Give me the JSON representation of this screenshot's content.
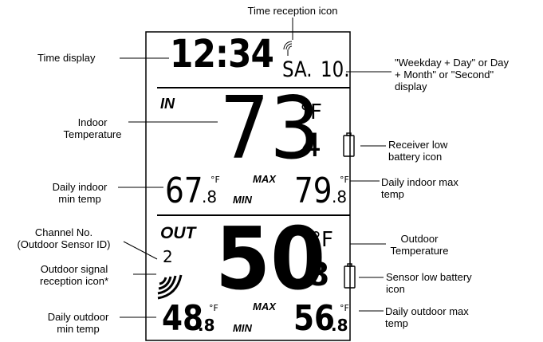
{
  "callouts": {
    "time_reception_icon": "Time reception icon",
    "time_display": "Time display",
    "weekday_day": [
      "\"Weekday + Day\" or Day",
      "+ Month\" or  \"Second\"",
      "display"
    ],
    "indoor_temperature": [
      "Indoor",
      "Temperature"
    ],
    "receiver_low_battery": [
      "Receiver low",
      "battery icon"
    ],
    "daily_indoor_min": [
      "Daily indoor",
      "min temp"
    ],
    "daily_indoor_max": [
      "Daily indoor max",
      "temp"
    ],
    "channel_no": [
      "Channel No.",
      "(Outdoor Sensor ID)"
    ],
    "outdoor_signal": [
      "Outdoor signal",
      "reception icon*"
    ],
    "outdoor_temperature": [
      "Outdoor",
      "Temperature"
    ],
    "sensor_low_battery": [
      "Sensor low battery",
      "icon"
    ],
    "daily_outdoor_min": [
      "Daily outdoor",
      "min temp"
    ],
    "daily_outdoor_max": [
      "Daily outdoor max",
      "temp"
    ]
  },
  "display": {
    "time": "12:34",
    "weekday": "SA.",
    "day": "10.",
    "indoor_label": "IN",
    "indoor_temp_int": "73",
    "indoor_temp_dec": ".4",
    "indoor_min_int": "67",
    "indoor_min_dec": ".8",
    "indoor_max_int": "79",
    "indoor_max_dec": ".8",
    "outdoor_label": "OUT",
    "channel": "2",
    "outdoor_temp_int": "50",
    "outdoor_temp_dec": ".8",
    "outdoor_min_int": "48",
    "outdoor_min_dec": ".8",
    "outdoor_max_int": "56",
    "outdoor_max_dec": ".8",
    "unit": "°F",
    "max_label": "MAX",
    "min_label": "MIN"
  }
}
